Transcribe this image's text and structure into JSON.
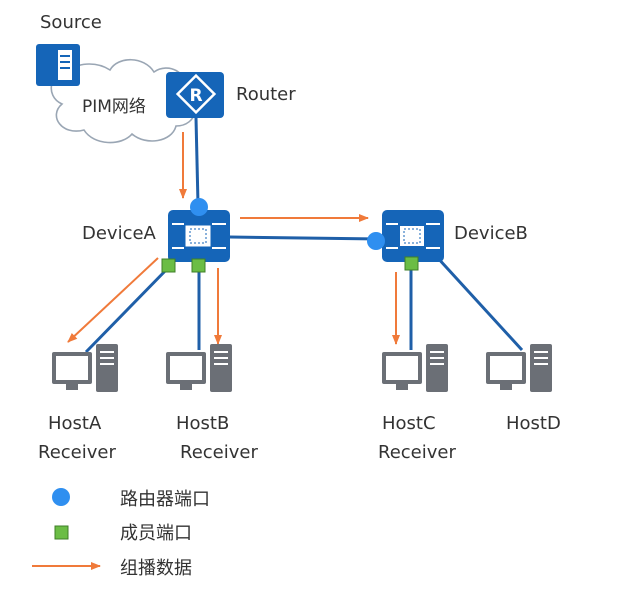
{
  "nodes": {
    "source": {
      "label": "Source"
    },
    "cloud": {
      "label": "PIM网络"
    },
    "router": {
      "label": "Router"
    },
    "deviceA": {
      "label": "DeviceA"
    },
    "deviceB": {
      "label": "DeviceB"
    },
    "hostA": {
      "label": "HostA",
      "role": "Receiver"
    },
    "hostB": {
      "label": "HostB",
      "role": "Receiver"
    },
    "hostC": {
      "label": "HostC",
      "role": "Receiver"
    },
    "hostD": {
      "label": "HostD"
    }
  },
  "legend": {
    "router_port": "路由器端口",
    "member_port": "成员端口",
    "multicast_data": "组播数据"
  },
  "colors": {
    "link": "#1f5fa8",
    "device": "#1565b8",
    "router_port": "#2f8ff0",
    "member_port": "#6bbd45",
    "multicast_arrow": "#f07a3a"
  }
}
